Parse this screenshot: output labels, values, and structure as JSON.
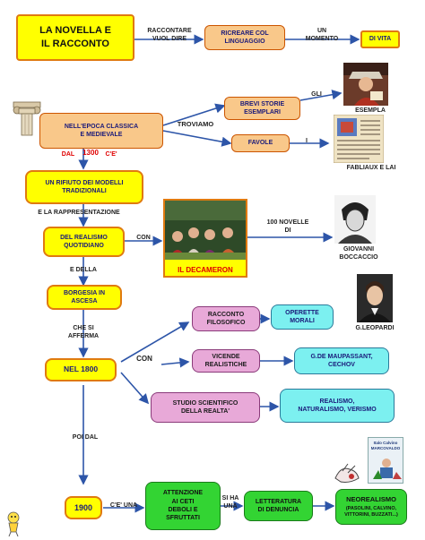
{
  "title": "LA NOVELLA E\nIL RACCONTO",
  "labels": {
    "raccontare": "RACCONTARE\nVUOL DIRE",
    "un_momento": "UN\nMOMENTO",
    "gli": "GLI",
    "troviamo": "TROVIAMO",
    "i": "I",
    "dal": "DAL",
    "year1300": "1300",
    "ce1": "C'E'",
    "e_la": "E LA RAPPRESENTAZIONE",
    "con1": "CON",
    "e_della": "E DELLA",
    "che_si": "CHE SI\nAFFERMA",
    "con2": "CON",
    "poi_dal": "POI DAL",
    "ce_una": "C'E' UNA",
    "si_ha_una": "SI HA\nUNA",
    "novelle100": "100 NOVELLE\nDI",
    "esempla": "ESEMPLA",
    "fabliaux": "FABLIAUX E LAI",
    "giovanni": "GIOVANNI\nBOCCACCIO",
    "leopardi": "G.LEOPARDI"
  },
  "boxes": {
    "ricreare": "RICREARE COL\nLINGUAGGIO",
    "di_vita": "DI VITA",
    "epoca": "NELL'EPOCA CLASSICA\nE MEDIEVALE",
    "brevi": "BREVI STORIE\nESEMPLARI",
    "favole": "FAVOLE",
    "rifiuto": "UN RIFIUTO DEI MODELLI\nTRADIZIONALI",
    "realismo": "DEL REALISMO\nQUOTIDIANO",
    "decameron": "IL DECAMERON",
    "borghesia": "BORGESIA IN\nASCESA",
    "nel1800": "NEL 1800",
    "racconto_fil": "RACCONTO\nFILOSOFICO",
    "operette": "OPERETTE\nMORALI",
    "vicende": "VICENDE\nREALISTICHE",
    "maupassant": "G.DE MAUPASSANT,\nCECHOV",
    "studio": "STUDIO SCIENTIFICO\nDELLA REALTA'",
    "realismo_nat": "REALISMO,\nNATURALISMO, VERISMO",
    "year1900": "1900",
    "attenzione": "ATTENZIONE\nAI CETI\nDEBOLI E\nSFRUTTATI",
    "letteratura": "LETTERATURA\nDI DENUNCIA",
    "neorealismo": "NEOREALISMO",
    "neo_authors": "(PASOLINI, CALVINO,\nVITTORINI, BUZZATI...)"
  },
  "book_title": "Italo Calvino\nMARCOVALDO",
  "colors": {
    "arrow": "#2d55a8",
    "yellow": "#ffff00",
    "orange": "#f9c88a",
    "lavender": "#e8a9d8",
    "cyan": "#7cf0f0",
    "green": "#33d433",
    "red_text": "#e00000"
  }
}
